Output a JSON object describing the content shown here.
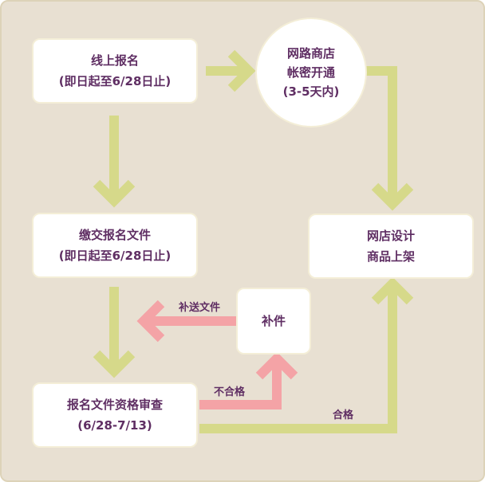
{
  "colors": {
    "background": "#e8e0d2",
    "text": "#5f2e63",
    "green_arrow": "#d6d98a",
    "pink_arrow": "#f4a3a6"
  },
  "steps": {
    "register_online": {
      "line1": "线上报名",
      "line2": "(即日起至6/28日止)"
    },
    "submit_docs": {
      "line1": "缴交报名文件",
      "line2": "(即日起至6/28日止)"
    },
    "review": {
      "line1": "报名文件资格审查",
      "line2": "(6/28-7/13)"
    },
    "supplement": {
      "line1": "补件"
    },
    "account": {
      "line1": "网路商店",
      "line2": "帐密开通",
      "line3": "(3-5天内)"
    },
    "design": {
      "line1": "网店设计",
      "line2": "商品上架"
    }
  },
  "labels": {
    "send_supplement": "补送文件",
    "not_qualified": "不合格",
    "qualified": "合格"
  }
}
